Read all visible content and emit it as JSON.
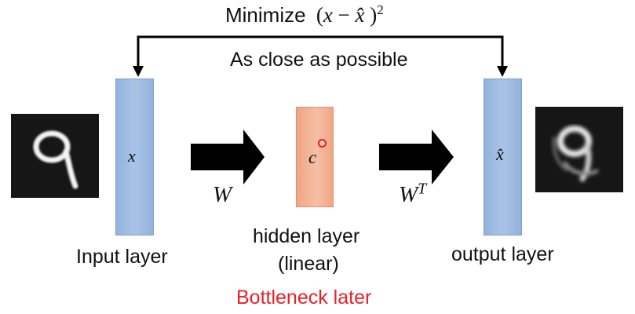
{
  "colors": {
    "layer_fill": "#a9c3e6",
    "hidden_fill": "#f5b89c",
    "arrow": "#000000",
    "bottleneck_text": "#e8202a",
    "hidden_dot": "#e8202a"
  },
  "objective": {
    "minimize_text": "Minimize",
    "formula_open": "(",
    "formula_x": "x",
    "formula_minus": "−",
    "formula_xhat": "x̂",
    "formula_close": ")",
    "formula_power": "2",
    "subtitle": "As close as possible"
  },
  "input": {
    "symbol": "x",
    "label": "Input layer",
    "digit_image": "handwritten-digit-9-clean"
  },
  "encoder_arrow": {
    "weight": "W"
  },
  "hidden": {
    "symbol": "c",
    "label_line1": "hidden layer",
    "label_line2": "(linear)",
    "note": "Bottleneck later"
  },
  "decoder_arrow": {
    "weight": "W",
    "weight_sup": "T"
  },
  "output": {
    "symbol": "x̂",
    "label": "output layer",
    "digit_image": "handwritten-digit-9-reconstructed"
  }
}
